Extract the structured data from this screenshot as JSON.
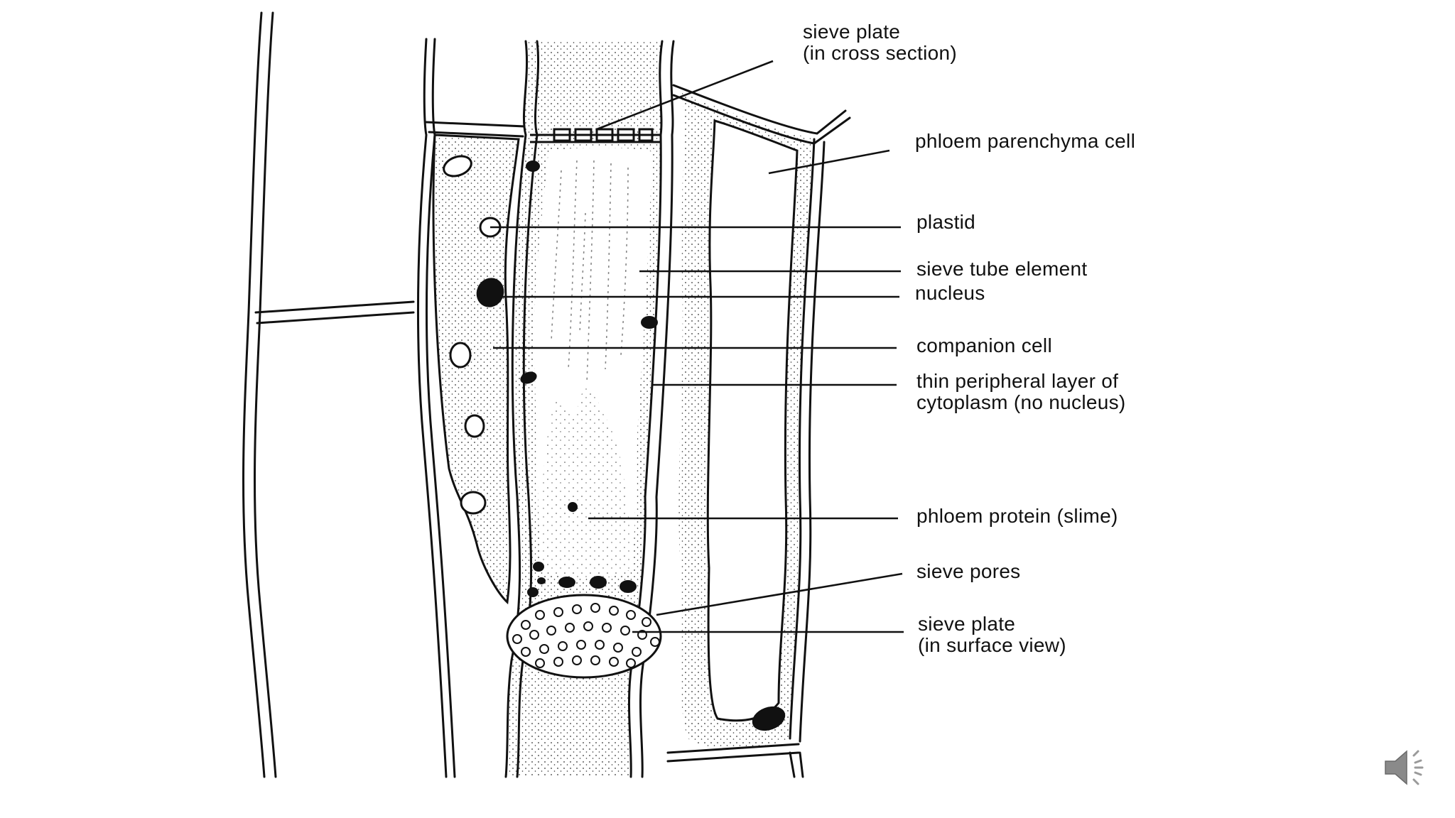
{
  "labels": {
    "sieve_plate_cross": {
      "line1": "sieve plate",
      "line2": "(in cross section)"
    },
    "phloem_parenchyma": "phloem parenchyma cell",
    "plastid": "plastid",
    "sieve_tube_element": "sieve tube element",
    "nucleus": "nucleus",
    "companion_cell": "companion cell",
    "thin_layer": {
      "line1": "thin peripheral layer of",
      "line2": "cytoplasm (no nucleus)"
    },
    "phloem_protein": "phloem protein (slime)",
    "sieve_pores": "sieve pores",
    "sieve_plate_surface": {
      "line1": "sieve plate",
      "line2": "(in surface view)"
    }
  },
  "icons": {
    "audio": "speaker-icon"
  },
  "colors": {
    "ink": "#111111",
    "background": "#ffffff"
  }
}
